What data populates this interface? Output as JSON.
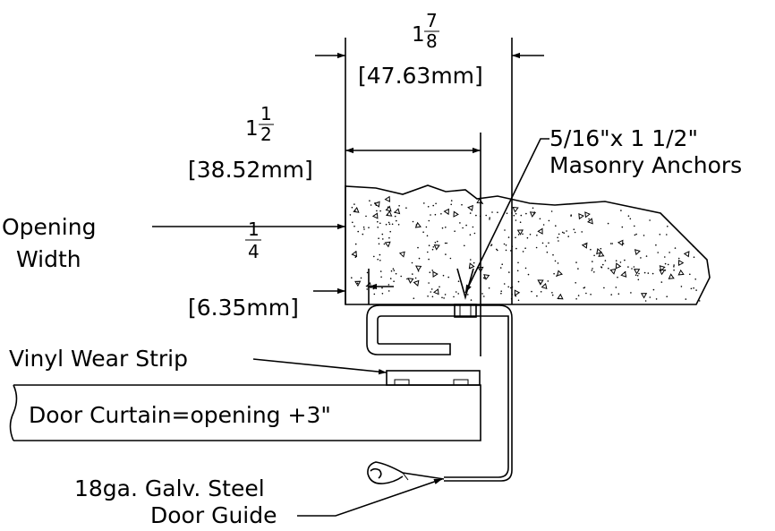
{
  "dimensions": {
    "top": {
      "whole": "1",
      "num": "7",
      "den": "8",
      "metric": "[47.63mm]"
    },
    "middle": {
      "whole": "1",
      "num": "1",
      "den": "2",
      "metric": "[38.52mm]"
    },
    "small": {
      "num": "1",
      "den": "4",
      "metric": "[6.35mm]"
    }
  },
  "labels": {
    "opening_line1": "Opening",
    "opening_line2": "Width",
    "anchors_line1": "5/16\"x 1 1/2\"",
    "anchors_line2": "Masonry Anchors",
    "wear_strip": "Vinyl Wear Strip",
    "curtain": "Door Curtain=opening +3\"",
    "guide_line1": "18ga. Galv. Steel",
    "guide_line2": "Door Guide"
  }
}
